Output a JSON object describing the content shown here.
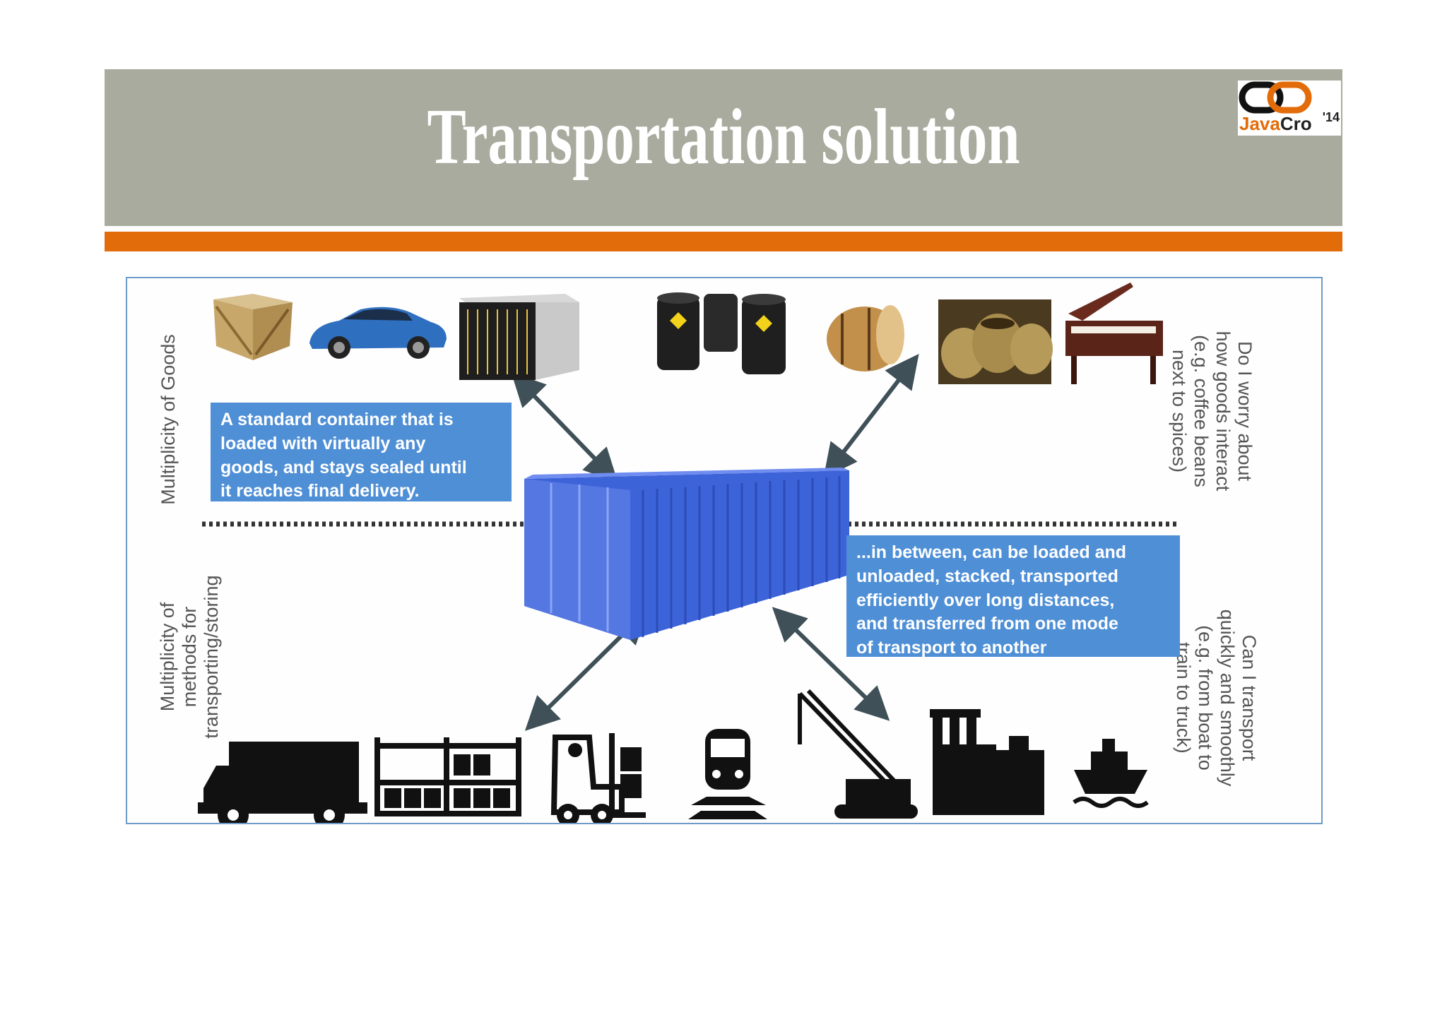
{
  "slide": {
    "title": "Transportation solution",
    "logo": {
      "java": "Java",
      "cro": "Cro",
      "year": "'14"
    }
  },
  "figure": {
    "left_label": "Multiplicity of Goods",
    "bottom_left_label": "Multiplicity of\nmethods for\ntransporting/storing",
    "right_top_label": "Do I worry about\nhow goods interact\n(e.g. coffee beans\nnext to spices)",
    "right_bottom_label": "Can I transport\nquickly and smoothly\n(e.g. from boat to\ntrain to truck)",
    "box_left": "A standard container that is\nloaded with virtually any\ngoods, and stays sealed until\nit reaches final delivery.",
    "box_right": "...in between, can be loaded and\nunloaded, stacked, transported\nefficiently over long distances,\nand transferred from one mode\nof transport to another",
    "goods_icons": [
      "crate-icon",
      "car-icon",
      "server-rack-icon",
      "oil-barrels-icon",
      "wooden-barrel-icon",
      "sacks-icon",
      "piano-icon"
    ],
    "transport_icons": [
      "truck-icon",
      "warehouse-rack-icon",
      "forklift-icon",
      "train-icon",
      "crane-icon",
      "factory-icon",
      "ship-icon"
    ],
    "colors": {
      "header": "#a9ab9e",
      "accent": "#e36c0a",
      "box": "#4f8fd6",
      "container": "#3d63d8",
      "arrow": "#3f5058"
    }
  }
}
